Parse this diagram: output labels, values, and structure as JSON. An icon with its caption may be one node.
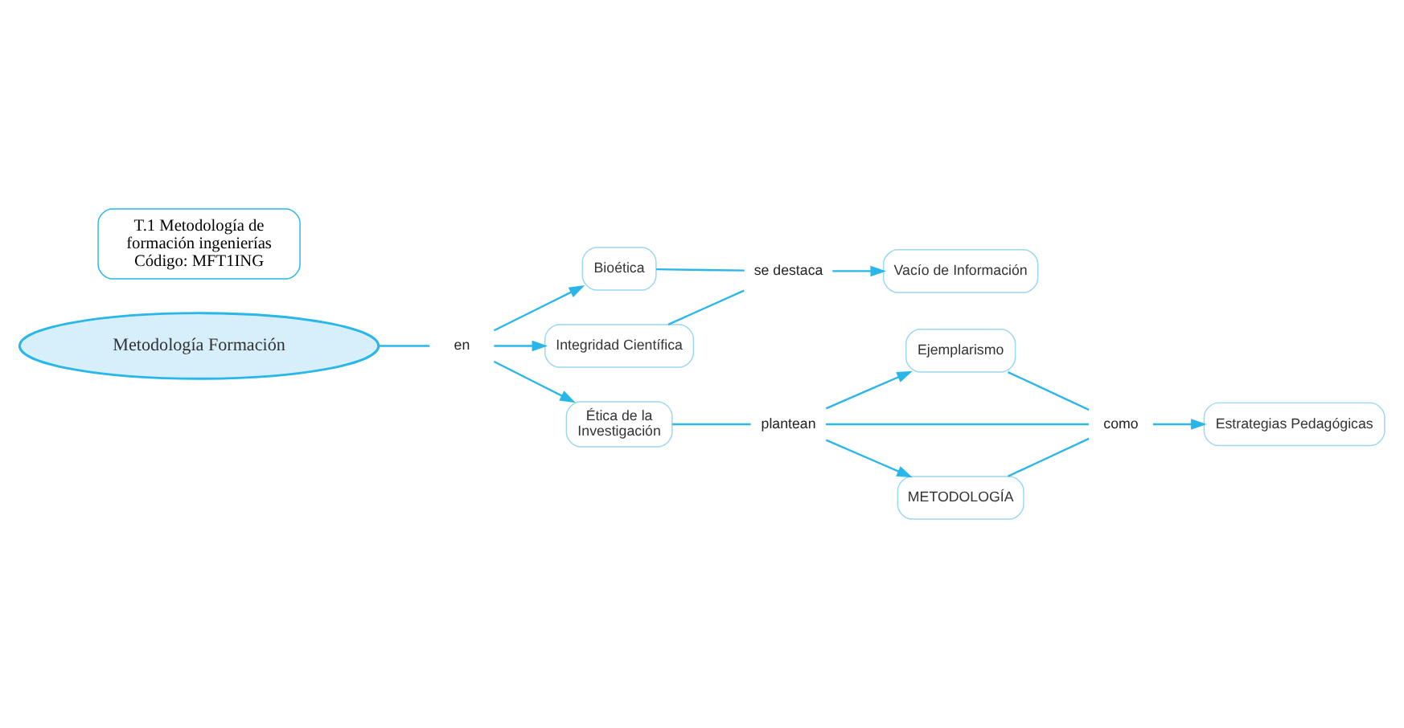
{
  "diagram": {
    "nodes": [
      {
        "text": [
          "Metodología Formación"
        ]
      },
      {
        "text": [
          "en"
        ]
      },
      {
        "text": [
          "Bioética"
        ]
      },
      {
        "text": [
          "Integridad Científica"
        ]
      },
      {
        "text": [
          "se destaca"
        ]
      },
      {
        "text": [
          "Vacío de Información"
        ]
      },
      {
        "text": [
          "T.1 Metodología de formación ingenierías Código: MFT1ING"
        ]
      },
      {
        "text": [
          "Ética de la Investigación"
        ]
      },
      {
        "text": [
          "plantean"
        ]
      },
      {
        "text": [
          "Ejemplarismo"
        ]
      },
      {
        "text": [
          "como"
        ]
      },
      {
        "text": [
          "METODOLOGÍA"
        ]
      },
      {
        "text": [
          "Estrategias Pedagógicas"
        ]
      }
    ],
    "edges": [
      {
        "from": 0,
        "to": 1,
        "arrow": "none"
      },
      {
        "from": 1,
        "to": 2,
        "arrow": "to"
      },
      {
        "from": 1,
        "to": 3,
        "arrow": "to"
      },
      {
        "from": 1,
        "to": 7,
        "arrow": "to"
      },
      {
        "from": 2,
        "to": 4,
        "arrow": "none"
      },
      {
        "from": 3,
        "to": 4,
        "arrow": "none"
      },
      {
        "from": 4,
        "to": 5,
        "arrow": "to"
      },
      {
        "from": 7,
        "to": 8,
        "arrow": "none"
      },
      {
        "from": 8,
        "to": 9,
        "arrow": "to"
      },
      {
        "from": 8,
        "to": 11,
        "arrow": "to"
      },
      {
        "from": 8,
        "to": 10,
        "arrow": "none"
      },
      {
        "from": 9,
        "to": 10,
        "arrow": "none"
      },
      {
        "from": 11,
        "to": 10,
        "arrow": "none"
      },
      {
        "from": 10,
        "to": 12,
        "arrow": "to"
      }
    ]
  }
}
